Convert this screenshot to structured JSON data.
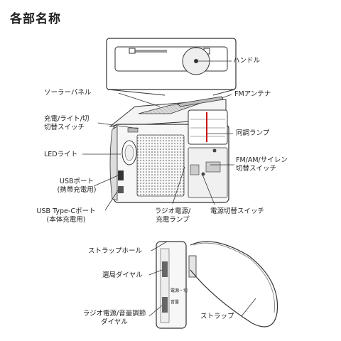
{
  "title": "各部名称",
  "labels": {
    "handle": "ハンドル",
    "solar_panel": "ソーラーパネル",
    "fm_antenna": "FMアンテナ",
    "charge_switch_l1": "充電/ライト/切",
    "charge_switch_l2": "切替スイッチ",
    "tuning_lamp": "同調ランプ",
    "led_light": "LEDライト",
    "band_switch_l1": "FM/AM/サイレン",
    "band_switch_l2": "切替スイッチ",
    "usb_port_l1": "USBポート",
    "usb_port_l2": "(携帯充電用)",
    "usbc_port_l1": "USB Type-Cポート",
    "usbc_port_l2": "(本体充電用)",
    "radio_power_lamp_l1": "ラジオ電源/",
    "radio_power_lamp_l2": "充電ランプ",
    "power_switch": "電源切替スイッチ",
    "strap_hole": "ストラップホール",
    "tuning_dial": "選局ダイヤル",
    "volume_dial_l1": "ラジオ電源/音量調節",
    "volume_dial_l2": "ダイヤル",
    "strap": "ストラップ"
  },
  "device_text": {
    "side_label_1": "電源・切",
    "side_label_2": "音量"
  }
}
